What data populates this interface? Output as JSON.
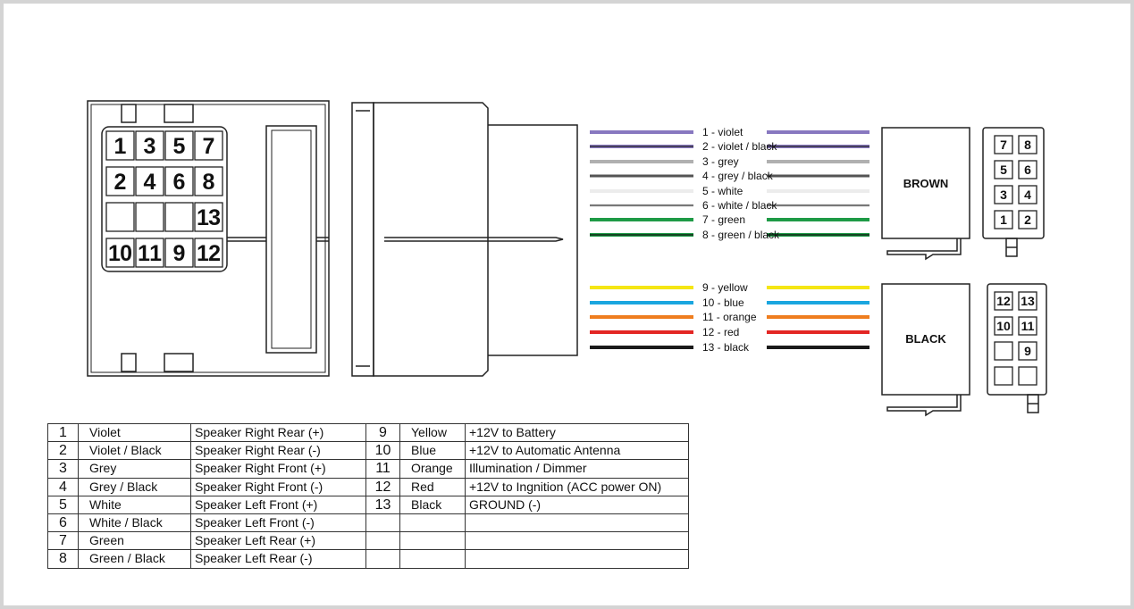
{
  "connectors": {
    "left_face": {
      "rows": [
        [
          "1",
          "3",
          "5",
          "7"
        ],
        [
          "2",
          "4",
          "6",
          "8"
        ],
        [
          "",
          "",
          "",
          "13"
        ],
        [
          "10",
          "11",
          "9",
          "12"
        ]
      ]
    },
    "brown": {
      "name": "BROWN",
      "rows": [
        [
          "7",
          "8"
        ],
        [
          "5",
          "6"
        ],
        [
          "3",
          "4"
        ],
        [
          "1",
          "2"
        ]
      ]
    },
    "black": {
      "name": "BLACK",
      "rows": [
        [
          "12",
          "13"
        ],
        [
          "10",
          "11"
        ],
        [
          "",
          "9"
        ],
        [
          "",
          ""
        ]
      ]
    }
  },
  "wires": [
    {
      "label": "1 - violet",
      "color": "#8878c0",
      "stripe": null
    },
    {
      "label": "2 - violet / black",
      "color": "#8878c0",
      "stripe": "#222222"
    },
    {
      "label": "3 - grey",
      "color": "#b0b0b0",
      "stripe": null
    },
    {
      "label": "4 - grey / black",
      "color": "#a8a8a8",
      "stripe": "#222222"
    },
    {
      "label": "5 - white",
      "color": "#ececec",
      "stripe": null
    },
    {
      "label": "6 - white / black",
      "color": "#ececec",
      "stripe": "#333333"
    },
    {
      "label": "7 - green",
      "color": "#1e9a46",
      "stripe": null
    },
    {
      "label": "8 - green / black",
      "color": "#1e9a46",
      "stripe": "#111111"
    },
    {
      "label": "9 - yellow",
      "color": "#f5e614",
      "stripe": null
    },
    {
      "label": "10 - blue",
      "color": "#1aa6df",
      "stripe": null
    },
    {
      "label": "11 - orange",
      "color": "#ef7d1e",
      "stripe": null
    },
    {
      "label": "12 - red",
      "color": "#e32624",
      "stripe": null
    },
    {
      "label": "13 - black",
      "color": "#1a1a1a",
      "stripe": null
    }
  ],
  "table": {
    "rows": [
      [
        "1",
        "Violet",
        "Speaker Right Rear (+)",
        "9",
        "Yellow",
        "+12V to Battery"
      ],
      [
        "2",
        "Violet / Black",
        "Speaker Right Rear (-)",
        "10",
        "Blue",
        "+12V to Automatic Antenna"
      ],
      [
        "3",
        "Grey",
        "Speaker Right Front (+)",
        "11",
        "Orange",
        "Illumination / Dimmer"
      ],
      [
        "4",
        "Grey / Black",
        "Speaker Right Front (-)",
        "12",
        "Red",
        "+12V to Ingnition (ACC power ON)"
      ],
      [
        "5",
        "White",
        "Speaker Left Front (+)",
        "13",
        "Black",
        "GROUND (-)"
      ],
      [
        "6",
        "White / Black",
        "Speaker Left Front (-)",
        "",
        "",
        ""
      ],
      [
        "7",
        "Green",
        "Speaker Left Rear (+)",
        "",
        "",
        ""
      ],
      [
        "8",
        "Green / Black",
        "Speaker Left Rear (-)",
        "",
        "",
        ""
      ]
    ]
  }
}
